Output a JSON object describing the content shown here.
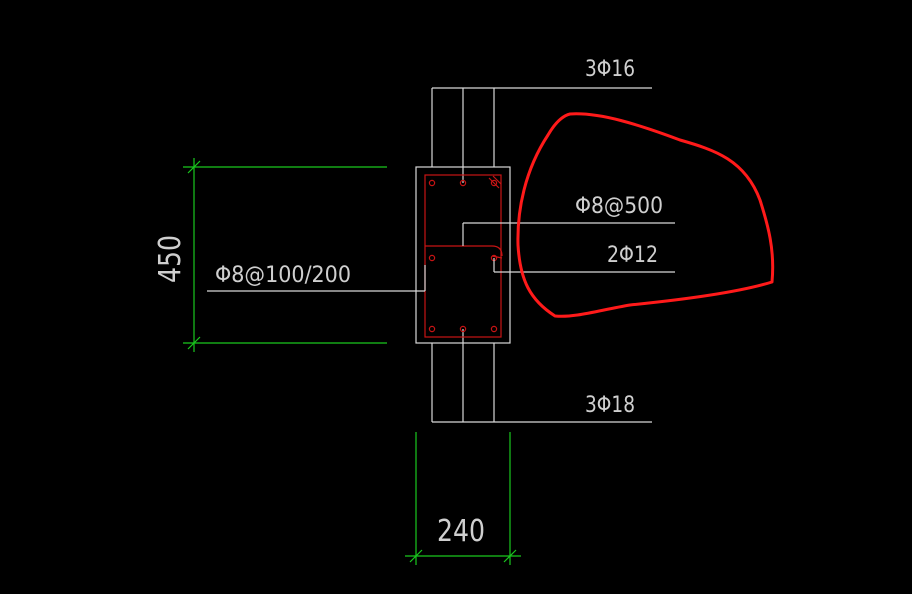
{
  "drawing": {
    "background": "#000000",
    "line_color": "#d8d8d8",
    "dimension_color": "#19c81e",
    "rebar_color": "#c81414",
    "markup_color": "#ff1a1a",
    "labels": {
      "top_bars": "3Φ16",
      "tie_bar": "Φ8@500",
      "waist_bars": "2Φ12",
      "stirrups": "Φ8@100/200",
      "bottom_bars": "3Φ18"
    },
    "dimensions": {
      "height": "450",
      "width": "240"
    }
  }
}
